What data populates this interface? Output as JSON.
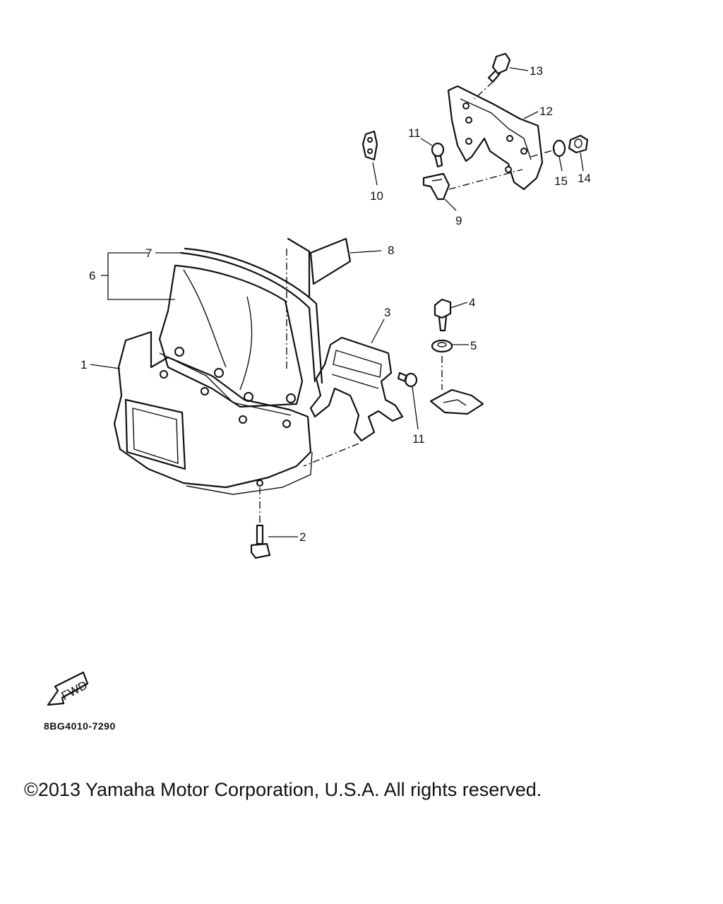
{
  "diagram": {
    "figure_code": "8BG4010-7290",
    "fwd_label": "FWD",
    "copyright": "©2013 Yamaha Motor Corporation, U.S.A. All rights reserved.",
    "callouts": {
      "c1": "1",
      "c2": "2",
      "c3": "3",
      "c4": "4",
      "c5": "5",
      "c6": "6",
      "c7": "7",
      "c8": "8",
      "c9": "9",
      "c10": "10",
      "c11a": "11",
      "c11b": "11",
      "c12": "12",
      "c13": "13",
      "c14": "14",
      "c15": "15"
    }
  }
}
